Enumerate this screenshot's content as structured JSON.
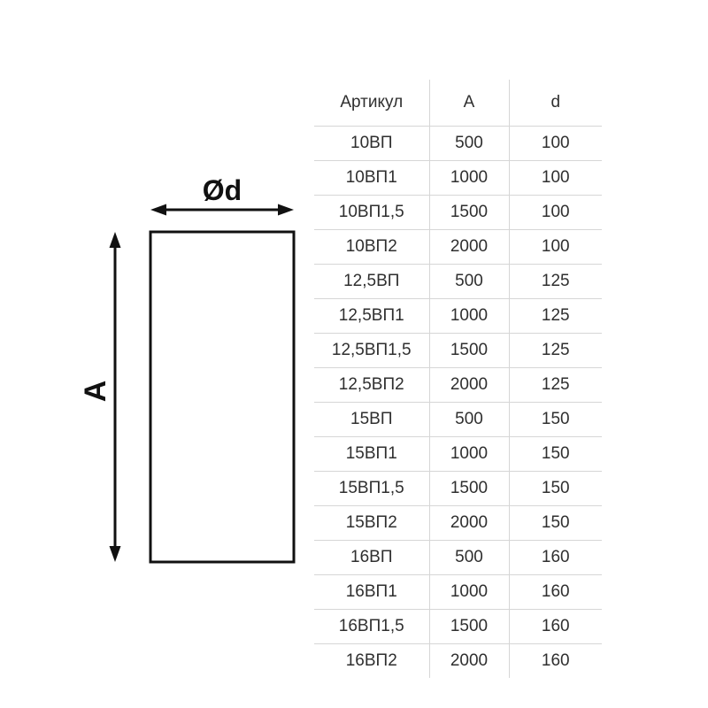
{
  "diagram": {
    "top_dim_label": "Ød",
    "left_dim_label": "A"
  },
  "table": {
    "headers": [
      "Артикул",
      "A",
      "d"
    ],
    "rows": [
      [
        "10ВП",
        "500",
        "100"
      ],
      [
        "10ВП1",
        "1000",
        "100"
      ],
      [
        "10ВП1,5",
        "1500",
        "100"
      ],
      [
        "10ВП2",
        "2000",
        "100"
      ],
      [
        "12,5ВП",
        "500",
        "125"
      ],
      [
        "12,5ВП1",
        "1000",
        "125"
      ],
      [
        "12,5ВП1,5",
        "1500",
        "125"
      ],
      [
        "12,5ВП2",
        "2000",
        "125"
      ],
      [
        "15ВП",
        "500",
        "150"
      ],
      [
        "15ВП1",
        "1000",
        "150"
      ],
      [
        "15ВП1,5",
        "1500",
        "150"
      ],
      [
        "15ВП2",
        "2000",
        "150"
      ],
      [
        "16ВП",
        "500",
        "160"
      ],
      [
        "16ВП1",
        "1000",
        "160"
      ],
      [
        "16ВП1,5",
        "1500",
        "160"
      ],
      [
        "16ВП2",
        "2000",
        "160"
      ]
    ]
  },
  "colors": {
    "diagram_stroke": "#111111",
    "table_line": "#d6d6d6",
    "text": "#2f2f2f",
    "background": "#ffffff"
  }
}
